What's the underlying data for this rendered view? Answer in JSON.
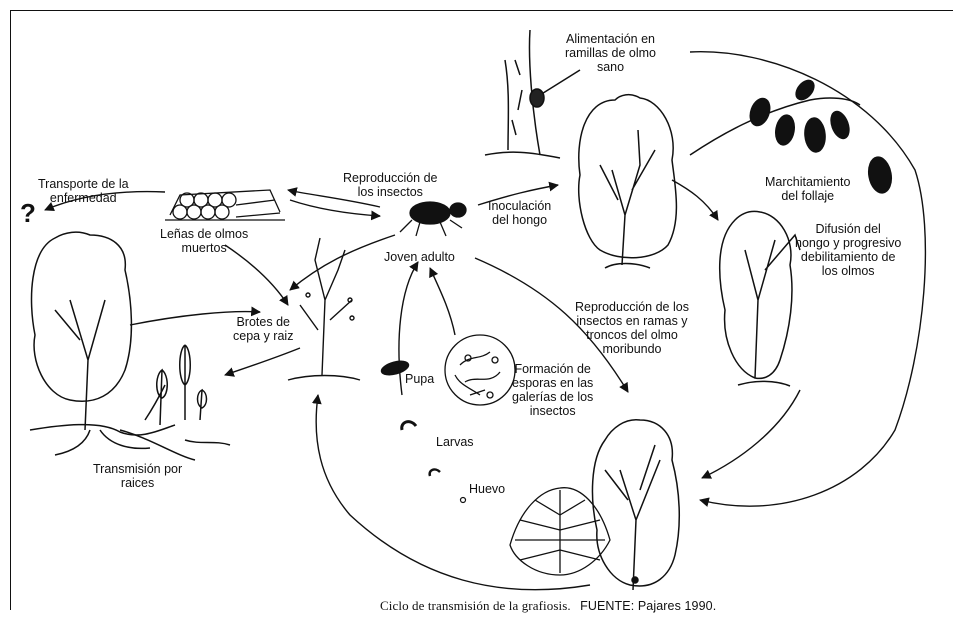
{
  "labels": {
    "alimentacion": "Alimentación en\nramillas de olmo\nsano",
    "marchitamiento": "Marchitamiento\ndel follaje",
    "transporte": "Transporte de la\nenfermedad",
    "question": "?",
    "reproduccion": "Reproducción de\nlos insectos",
    "inoculacion": "Inoculación\ndel hongo",
    "lenas": "Leñas de olmos\nmuertos",
    "joven": "Joven adulto",
    "difusion": "Difusión del\nhongo y progresivo\ndebilitamiento de\nlos olmos",
    "brotes": "Brotes de\ncepa y raiz",
    "reproduccion_ramas": "Reproducción de los\ninsectos en ramas y\ntroncos del olmo\nmoribundo",
    "pupa": "Pupa",
    "formacion": "Formación de\nesporas en las\ngalerías de los\ninsectos",
    "larvas": "Larvas",
    "transmision": "Transmisión por\nraices",
    "huevo": "Huevo"
  },
  "caption": {
    "text": "Ciclo de transmisión de la grafiosis.",
    "source": "FUENTE: Pajares 1990."
  }
}
